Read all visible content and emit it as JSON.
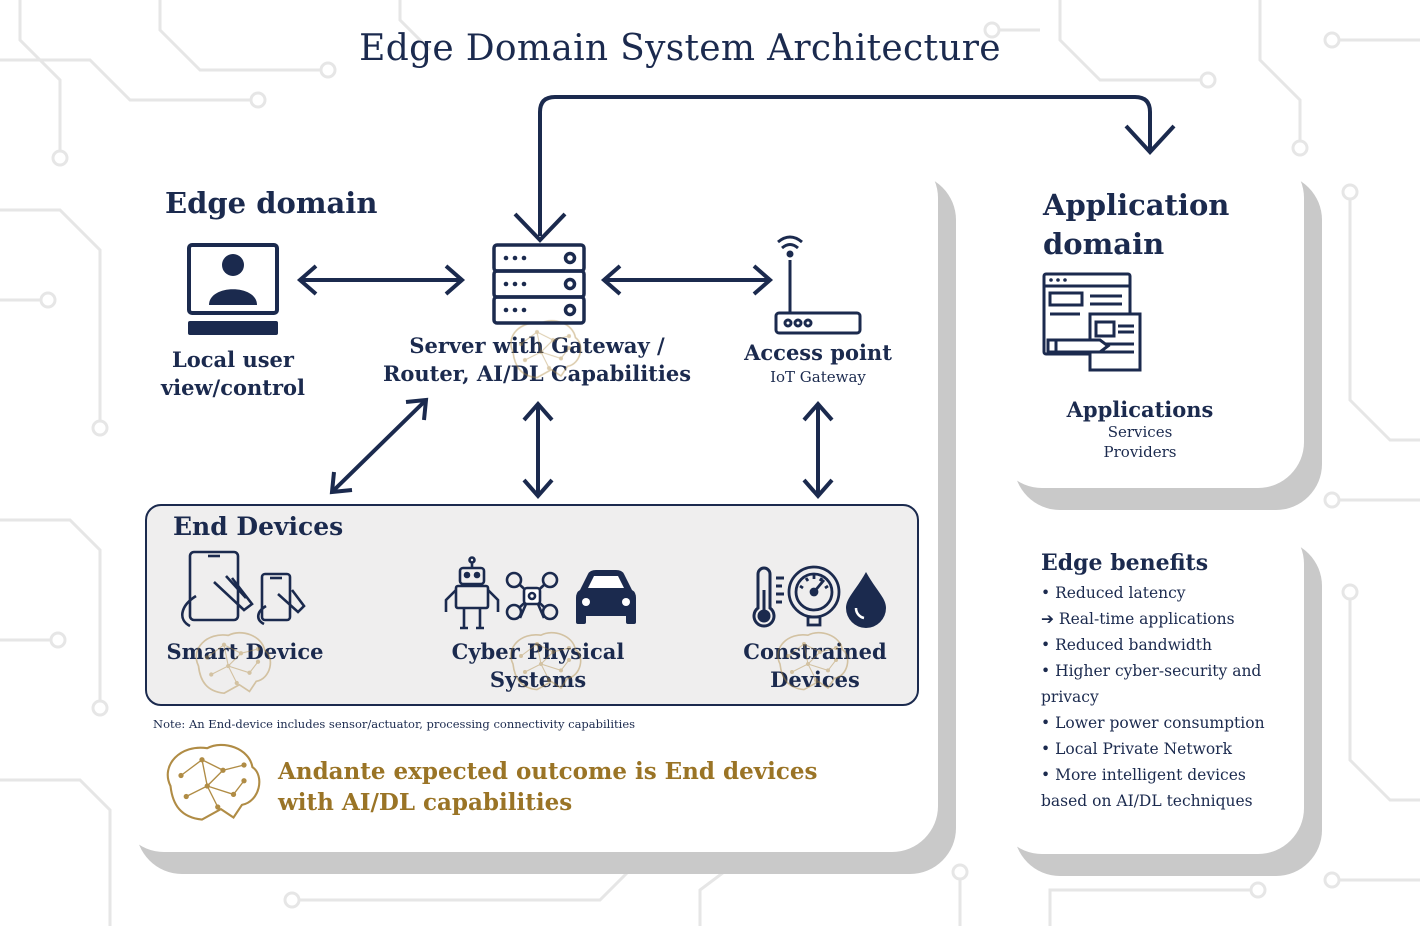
{
  "title": "Edge Domain System Architecture",
  "edge_domain": {
    "heading": "Edge domain",
    "local_user": {
      "line1": "Local user",
      "line2": "view/control"
    },
    "server": {
      "line1": "Server with Gateway /",
      "line2": "Router, AI/DL Capabilities"
    },
    "access_point": {
      "label": "Access point",
      "sub": "IoT Gateway"
    },
    "end_devices": {
      "heading": "End Devices",
      "smart": "Smart Device",
      "cps": {
        "line1": "Cyber Physical",
        "line2": "Systems"
      },
      "constrained": {
        "line1": "Constrained",
        "line2": "Devices"
      }
    },
    "note": "Note: An End-device includes  sensor/actuator, processing connectivity capabilities",
    "outcome": {
      "line1": "Andante expected outcome is End devices",
      "line2": "with AI/DL capabilities"
    }
  },
  "application_domain": {
    "heading_line1": "Application",
    "heading_line2": "domain",
    "label": "Applications",
    "sub1": "Services",
    "sub2": "Providers"
  },
  "edge_benefits": {
    "heading": "Edge benefits",
    "items": [
      "• Reduced latency",
      "➔ Real-time applications",
      "• Reduced bandwidth",
      "• Higher cyber-security and privacy",
      "• Lower power consumption",
      "• Local Private Network",
      "• More intelligent devices based on AI/DL techniques"
    ]
  },
  "colors": {
    "navy": "#1b2a4e",
    "gold": "#b08c45",
    "outcome_gold": "#9a7426",
    "bg_pattern": "#e4e4e4"
  },
  "icons": [
    "monitor-user-icon",
    "server-icon",
    "router-wifi-icon",
    "web-app-icon",
    "tablet-touch-icon",
    "phone-touch-icon",
    "robot-icon",
    "drone-icon",
    "car-icon",
    "thermometer-icon",
    "pressure-gauge-icon",
    "water-drop-icon",
    "ai-brain-icon"
  ]
}
